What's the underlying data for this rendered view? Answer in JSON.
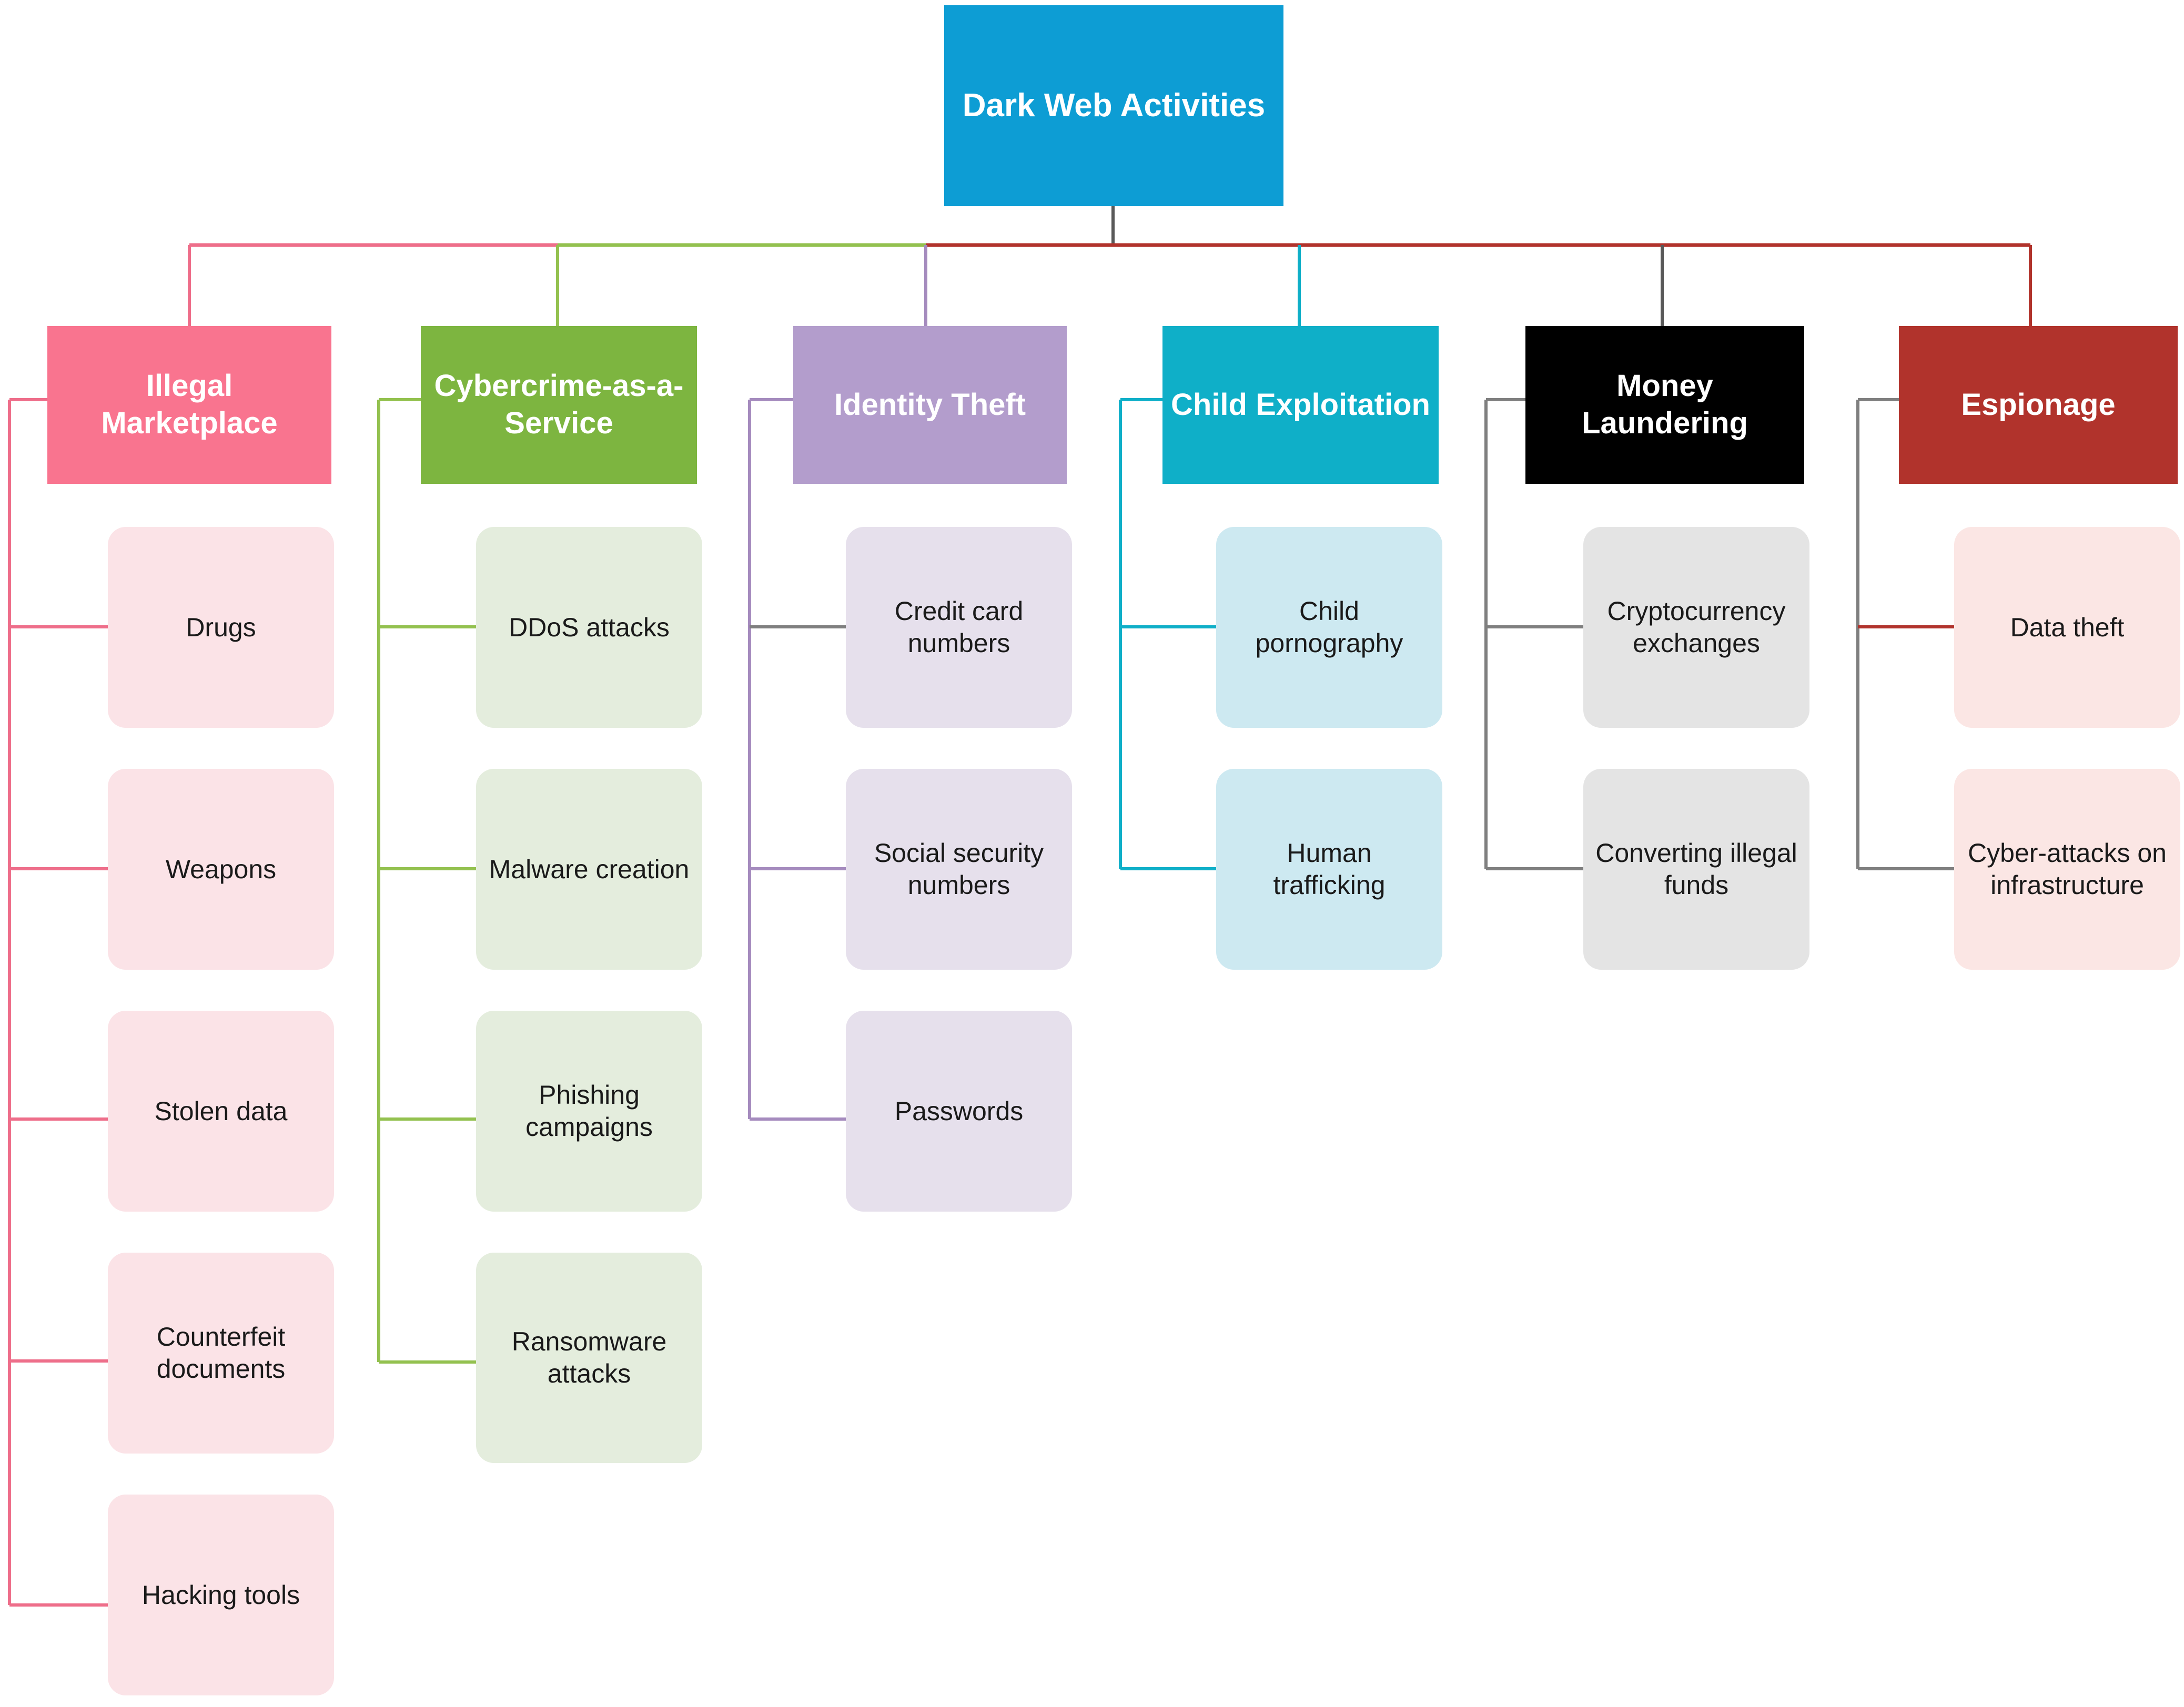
{
  "diagram": {
    "title": "Dark Web Activities",
    "type": "hierarchy-tree",
    "orientation": "top-down",
    "root": {
      "label": "Dark Web Activities",
      "fill": "#0D9DD4",
      "text_color": "#ffffff"
    },
    "connector_colors": {
      "root_stem": "#595959",
      "bus_segment_1": "#EE6E8A",
      "bus_segment_2": "#93C14F",
      "bus_segment_3": "#B1332C",
      "espionage_spine": "#7F7F7F",
      "money_laundering_spine": "#7F7F7F"
    },
    "categories": [
      {
        "label": "Illegal Marketplace",
        "fill": "#F9748F",
        "text_color": "#ffffff",
        "leaf_fill": "#FBE3E7",
        "line_color": "#EE6E8A",
        "children": [
          "Drugs",
          "Weapons",
          "Stolen data",
          "Counterfeit documents",
          "Hacking tools"
        ]
      },
      {
        "label": "Cybercrime-as-a-Service",
        "fill": "#7DB540",
        "text_color": "#ffffff",
        "leaf_fill": "#E4EDDD",
        "line_color": "#93C14F",
        "children": [
          "DDoS attacks",
          "Malware creation",
          "Phishing campaigns",
          "Ransomware attacks"
        ]
      },
      {
        "label": "Identity Theft",
        "fill": "#B39DCC",
        "text_color": "#ffffff",
        "leaf_fill": "#E6E0EC",
        "line_color": "#A58BBE",
        "children": [
          "Credit card numbers",
          "Social security numbers",
          "Passwords"
        ]
      },
      {
        "label": "Child Exploitation",
        "fill": "#0FAFC8",
        "text_color": "#ffffff",
        "leaf_fill": "#CDE9F1",
        "line_color": "#0FAFC8",
        "children": [
          "Child pornography",
          "Human trafficking"
        ]
      },
      {
        "label": "Money Laundering",
        "fill": "#000000",
        "text_color": "#ffffff",
        "leaf_fill": "#E4E4E4",
        "line_color": "#7F7F7F",
        "children": [
          "Cryptocurrency exchanges",
          "Converting illegal funds"
        ]
      },
      {
        "label": "Espionage",
        "fill": "#B1332C",
        "text_color": "#ffffff",
        "leaf_fill": "#FBE6E4",
        "line_color": "#7F7F7F",
        "children": [
          "Data theft",
          "Cyber-attacks on infrastructure"
        ]
      }
    ]
  }
}
